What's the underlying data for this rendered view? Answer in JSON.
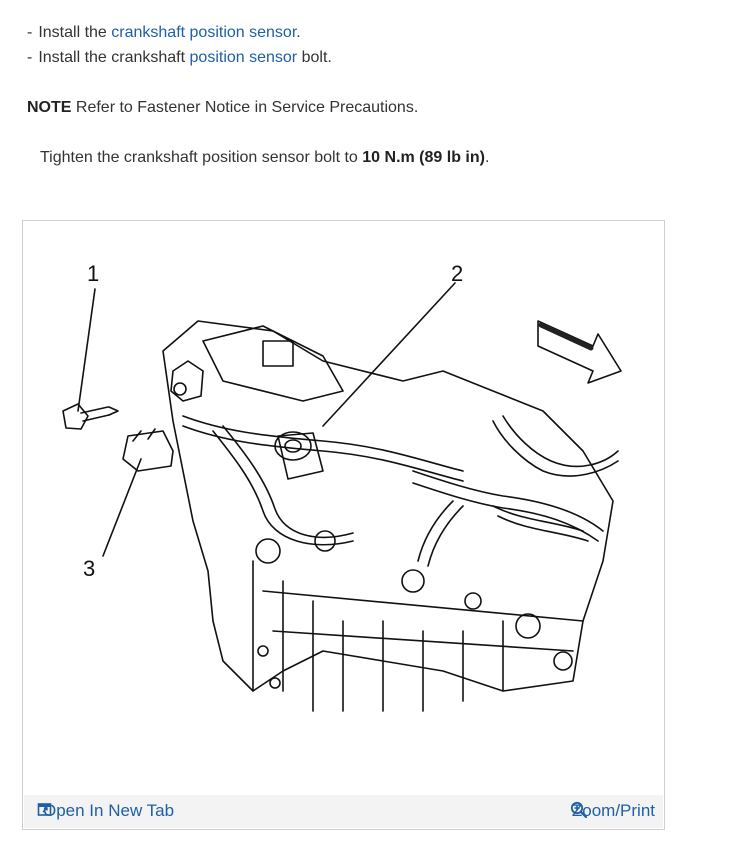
{
  "steps": [
    {
      "dash": "-",
      "before": "Install the ",
      "link": "crankshaft position sensor",
      "after": "."
    },
    {
      "dash": "-",
      "before": "Install the crankshaft ",
      "link": "position sensor",
      "after": " bolt."
    }
  ],
  "note": {
    "label": "NOTE",
    "text": " Refer to Fastener Notice in Service Precautions."
  },
  "torque": {
    "before": "Tighten the crankshaft position sensor bolt to ",
    "value": "10 N.m (89 lb in)",
    "after": "."
  },
  "figure": {
    "callouts": [
      "1",
      "2",
      "3"
    ],
    "open_tab_label": "Open In New Tab",
    "zoom_label": "Zoom/Print",
    "icons": [
      "open-new-tab-icon",
      "zoom-icon"
    ]
  }
}
